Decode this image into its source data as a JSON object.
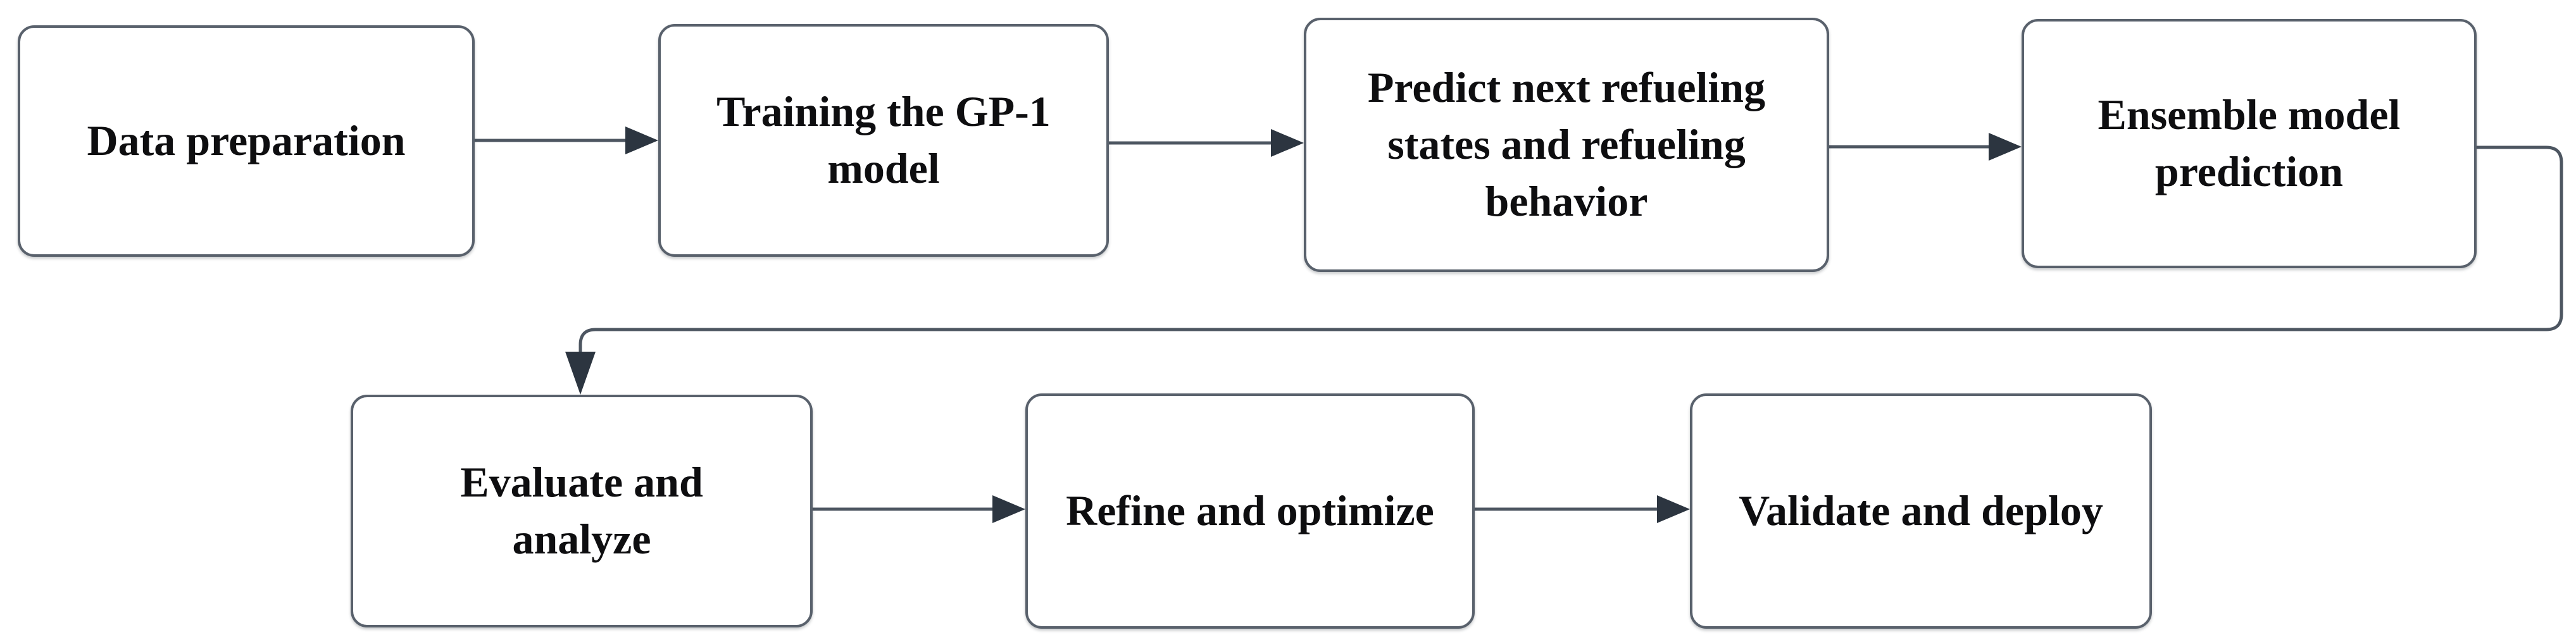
{
  "diagram": {
    "type": "flowchart",
    "nodes": [
      {
        "id": "data-preparation",
        "label": "Data preparation"
      },
      {
        "id": "training-gp1",
        "label": "Training the GP-1\nmodel"
      },
      {
        "id": "predict-refueling",
        "label": "Predict next refueling\nstates and refueling\nbehavior"
      },
      {
        "id": "ensemble-prediction",
        "label": "Ensemble model\nprediction"
      },
      {
        "id": "evaluate-analyze",
        "label": "Evaluate and\nanalyze"
      },
      {
        "id": "refine-optimize",
        "label": "Refine and optimize"
      },
      {
        "id": "validate-deploy",
        "label": "Validate and deploy"
      }
    ],
    "edges": [
      {
        "from": "data-preparation",
        "to": "training-gp1",
        "style": "straight-arrow"
      },
      {
        "from": "training-gp1",
        "to": "predict-refueling",
        "style": "straight-arrow"
      },
      {
        "from": "predict-refueling",
        "to": "ensemble-prediction",
        "style": "straight-arrow"
      },
      {
        "from": "ensemble-prediction",
        "to": "evaluate-analyze",
        "style": "elbow-arrow"
      },
      {
        "from": "evaluate-analyze",
        "to": "refine-optimize",
        "style": "straight-arrow"
      },
      {
        "from": "refine-optimize",
        "to": "validate-deploy",
        "style": "straight-arrow"
      }
    ],
    "colors": {
      "background": "#ffffff",
      "border": "#59616c",
      "line": "#4d5661",
      "arrow": "#2c3540",
      "text": "#0e0e10"
    }
  }
}
